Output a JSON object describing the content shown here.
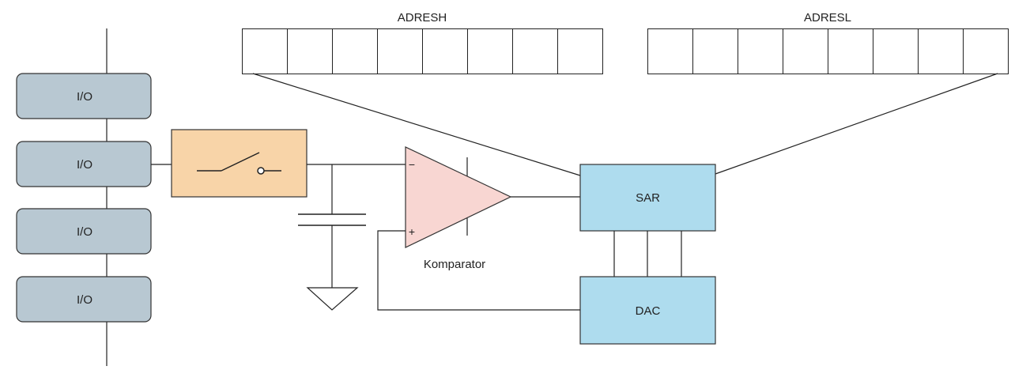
{
  "registers": {
    "high": {
      "label": "ADRESH",
      "cells": 8
    },
    "low": {
      "label": "ADRESL",
      "cells": 8
    }
  },
  "io_pins": [
    {
      "label": "I/O"
    },
    {
      "label": "I/O"
    },
    {
      "label": "I/O"
    },
    {
      "label": "I/O"
    }
  ],
  "comparator": {
    "label": "Komparator",
    "minus_sign": "−",
    "plus_sign": "+"
  },
  "sar": {
    "label": "SAR"
  },
  "dac": {
    "label": "DAC"
  },
  "colors": {
    "io_fill": "#b8c8d2",
    "switch_fill": "#f8d4a8",
    "comparator_fill": "#f8d6d2",
    "block_fill": "#aedcee",
    "line": "#222222"
  }
}
